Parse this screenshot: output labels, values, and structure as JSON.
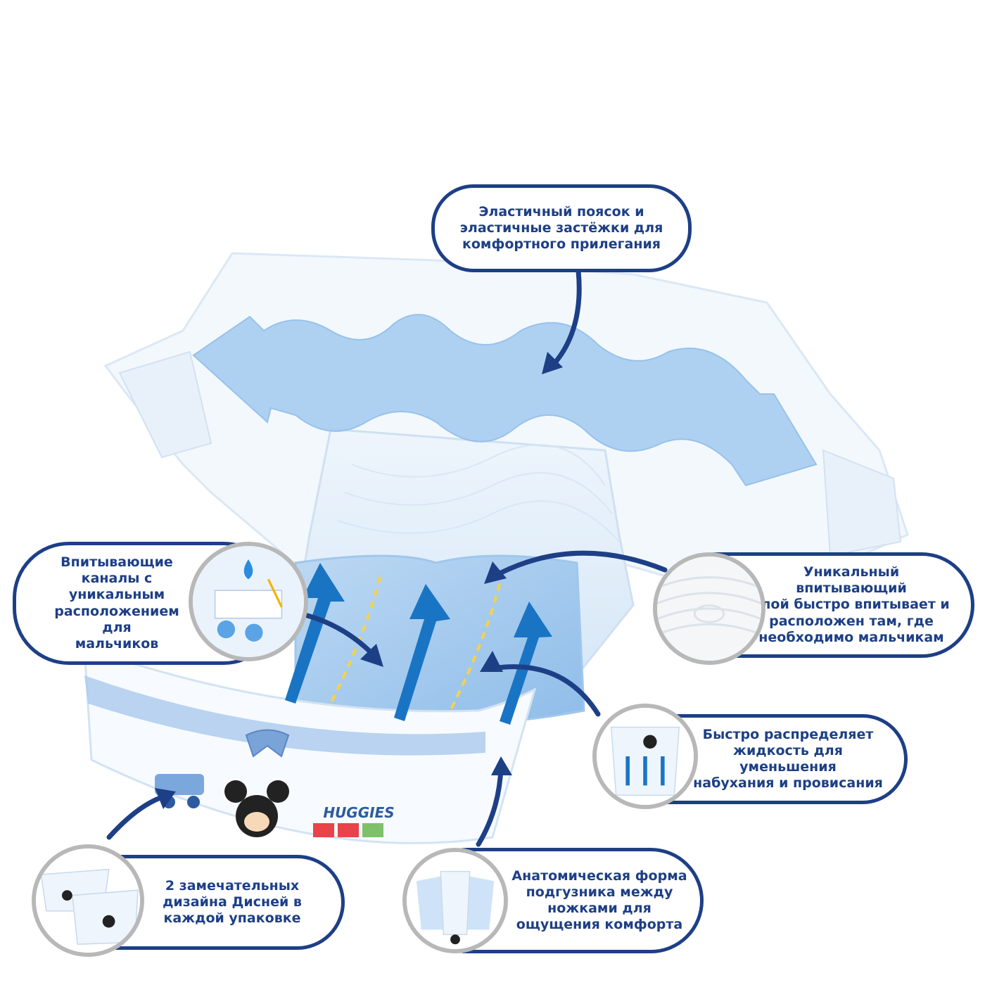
{
  "colors": {
    "navy": "#1d3f86",
    "light_blue": "#cfe3f8",
    "arrow_blue": "#1a74c4",
    "thumb_border": "#b8b8b8"
  },
  "callouts": {
    "waistband": "Эластичный поясок и\nэластичные застёжки для\nкомфортного прилегания",
    "channels": "Впитывающие\nканалы с уникальным\nрасположением для\nмальчиков",
    "layer": "Уникальный впитывающий\nслой быстро впитывает и\nрасположен там, где\nнеобходимо мальчикам",
    "distribute": "Быстро распределяет\nжидкость для уменьшения\nнабухания и провисания",
    "designs": "2 замечательных\nдизайна Дисней в\nкаждой упаковке",
    "anatomic": "Анатомическая форма\nподгузника между\nножками для\nощущения комфорта"
  },
  "brand": "HUGGIES",
  "icons": {
    "waistband_arrow": "double-headed-wavy-arrow-icon",
    "flow_arrow": "up-arrow-icon",
    "pointer": "curved-arrow-icon"
  }
}
